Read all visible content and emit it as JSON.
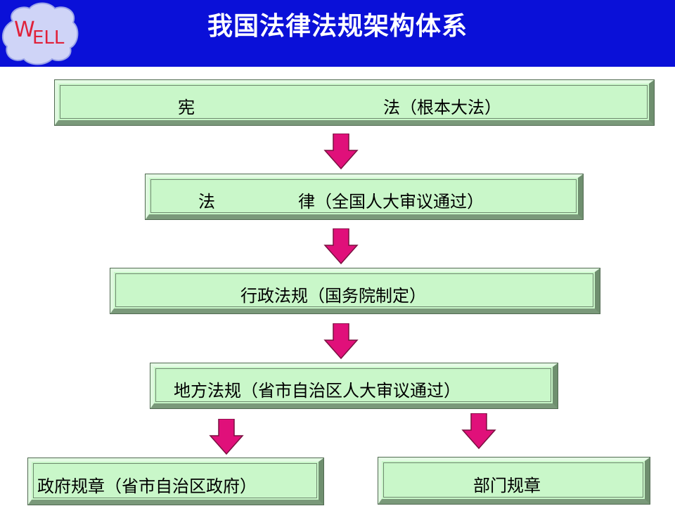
{
  "header": {
    "title": "我国法律法规架构体系",
    "logo": {
      "text_w": "W",
      "text_rest": "ELL",
      "icon": "well-logo-icon",
      "cloud_color": "#cfd4f7",
      "text_color": "#e0213a"
    },
    "background_color": "#0a10d8"
  },
  "levels": {
    "constitution": {
      "left": "宪",
      "right": "法（根本大法）"
    },
    "law": {
      "left": "法",
      "right": "律（全国人大审议通过）"
    },
    "admin_regulation": {
      "label": "行政法规（国务院制定）"
    },
    "local_regulation": {
      "label": "地方法规（省市自治区人大审议通过）"
    },
    "gov_rules": {
      "label": "政府规章（省市自治区政府）"
    },
    "dept_rules": {
      "label": "部门规章"
    }
  },
  "colors": {
    "box_fill": "#c9f7c9",
    "arrow": "#e0107a"
  }
}
